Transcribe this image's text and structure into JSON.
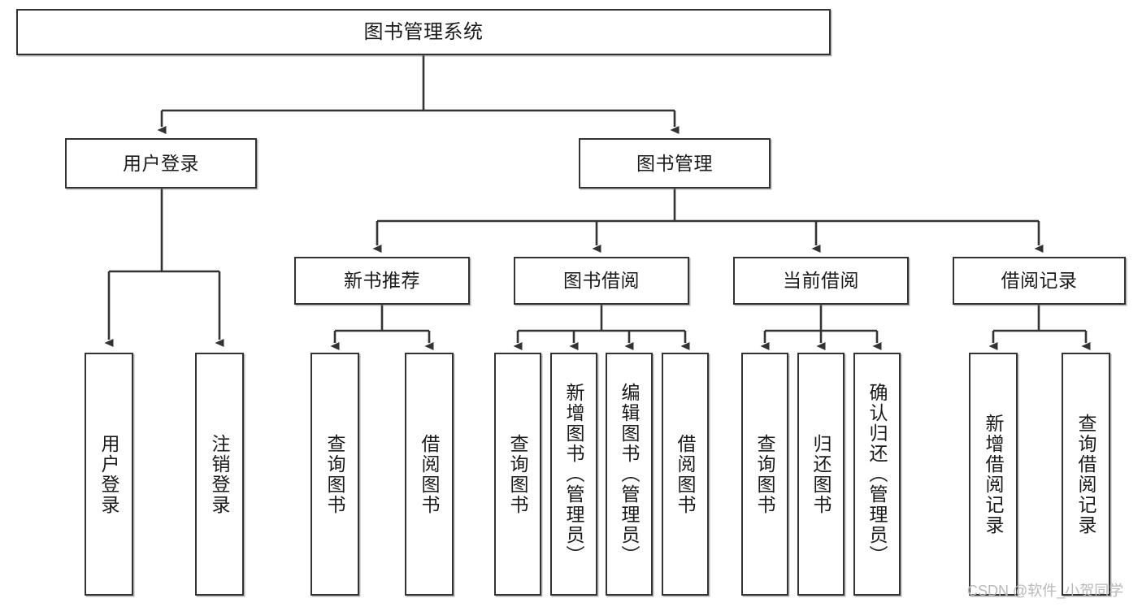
{
  "diagram": {
    "title": "图书管理系统",
    "type": "tree-hierarchy-diagram",
    "colors": {
      "box_border": "#333333",
      "box_fill": "#ffffff",
      "text": "#1a1a1a",
      "edge": "#333333",
      "watermark": "#b9b9b9",
      "background": "#ffffff"
    },
    "watermark": "CSDN @软件_小贺同学",
    "nodes": {
      "root": {
        "label": "图书管理系统"
      },
      "level2": [
        {
          "label": "用户登录"
        },
        {
          "label": "图书管理"
        }
      ],
      "level3": [
        {
          "label": "新书推荐"
        },
        {
          "label": "图书借阅"
        },
        {
          "label": "当前借阅"
        },
        {
          "label": "借阅记录"
        }
      ],
      "leaves_user_login": [
        {
          "label": "用户登录"
        },
        {
          "label": "注销登录"
        }
      ],
      "leaves_new_book": [
        {
          "label": "查询图书"
        },
        {
          "label": "借阅图书"
        }
      ],
      "leaves_borrow": [
        {
          "label": "查询图书"
        },
        {
          "label": "新增图书（管理员）"
        },
        {
          "label": "编辑图书（管理员）"
        },
        {
          "label": "借阅图书"
        }
      ],
      "leaves_current": [
        {
          "label": "查询图书"
        },
        {
          "label": "归还图书"
        },
        {
          "label": "确认归还（管理员）"
        }
      ],
      "leaves_records": [
        {
          "label": "新增借阅记录"
        },
        {
          "label": "查询借阅记录"
        }
      ]
    }
  }
}
